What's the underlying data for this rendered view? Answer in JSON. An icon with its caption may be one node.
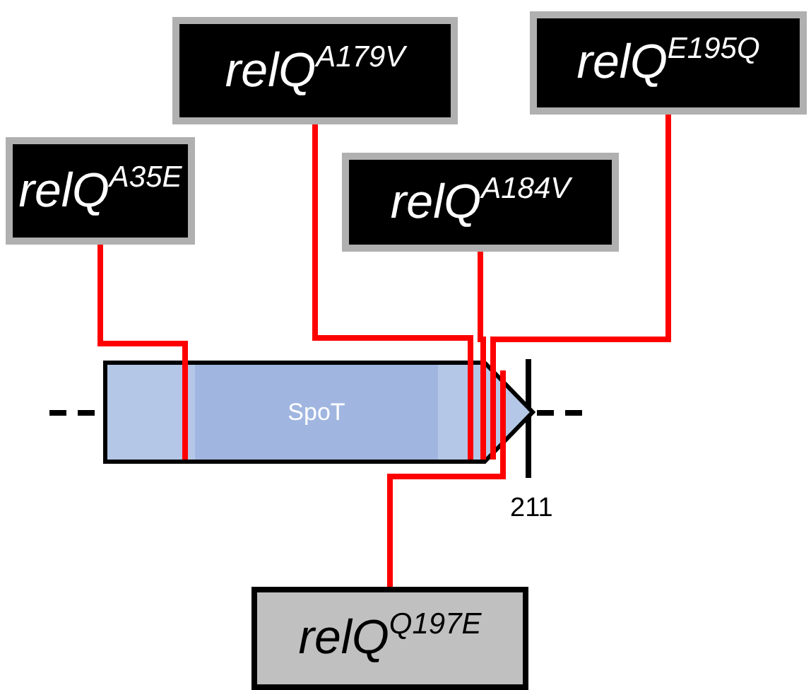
{
  "diagram": {
    "nodes": [
      {
        "text": [
          "relQ$^{A35E}$"
        ]
      },
      {
        "text": [
          "relQ$^{A179V}$"
        ]
      },
      {
        "text": [
          "relQ$^{A184V}$"
        ]
      },
      {
        "text": [
          "relQ$^{E195Q}$"
        ]
      },
      {
        "text": [],
        "shape": "arrow"
      },
      {
        "text": [
          "SpoT"
        ],
        "in": 4
      },
      {
        "text": [
          "relQ$^{Q197E}$"
        ]
      }
    ],
    "edges": [
      {
        "from": 0,
        "to": 4,
        "arrow": "none"
      },
      {
        "from": 1,
        "to": 4,
        "arrow": "none"
      },
      {
        "from": 2,
        "to": 4,
        "arrow": "none"
      },
      {
        "from": 3,
        "to": 4,
        "arrow": "none"
      },
      {
        "from": 6,
        "to": 4,
        "arrow": "none"
      }
    ],
    "labels": [
      "211"
    ]
  }
}
